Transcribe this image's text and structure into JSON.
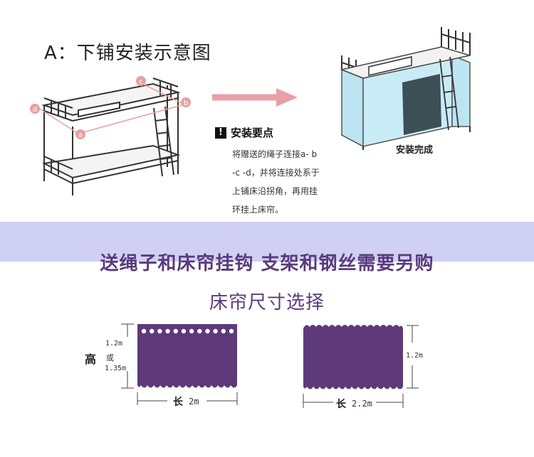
{
  "heading": "A：下铺安装示意图",
  "bed_labels": {
    "a": "a",
    "b": "b",
    "c": "c",
    "d": "d"
  },
  "warning": {
    "icon": "!",
    "title": "安装要点",
    "lines": [
      "将赠送的绳子连接a- b",
      "-c -d，并将连接处系于",
      "上铺床沿拐角，再用挂",
      "环挂上床帘。"
    ]
  },
  "done_label": "安装完成",
  "slogan": "送绳子和床帘挂钩 支架和钢丝需要另购",
  "size_title": "床帘尺寸选择",
  "curtain1": {
    "height_label": "高",
    "h1": "1.2m",
    "or": "或",
    "h2": "1.35m",
    "length_prefix": "长",
    "length": "2m",
    "hole_count": 12
  },
  "curtain2": {
    "height": "1.2m",
    "length_prefix": "长",
    "length": "2.2m"
  },
  "colors": {
    "curtain": "#5e3a78",
    "band": "#cfd0f3",
    "slogan": "#5a3a7e",
    "label_pink": "#e8a0a0",
    "blue_curtain": "#bde4f1"
  }
}
